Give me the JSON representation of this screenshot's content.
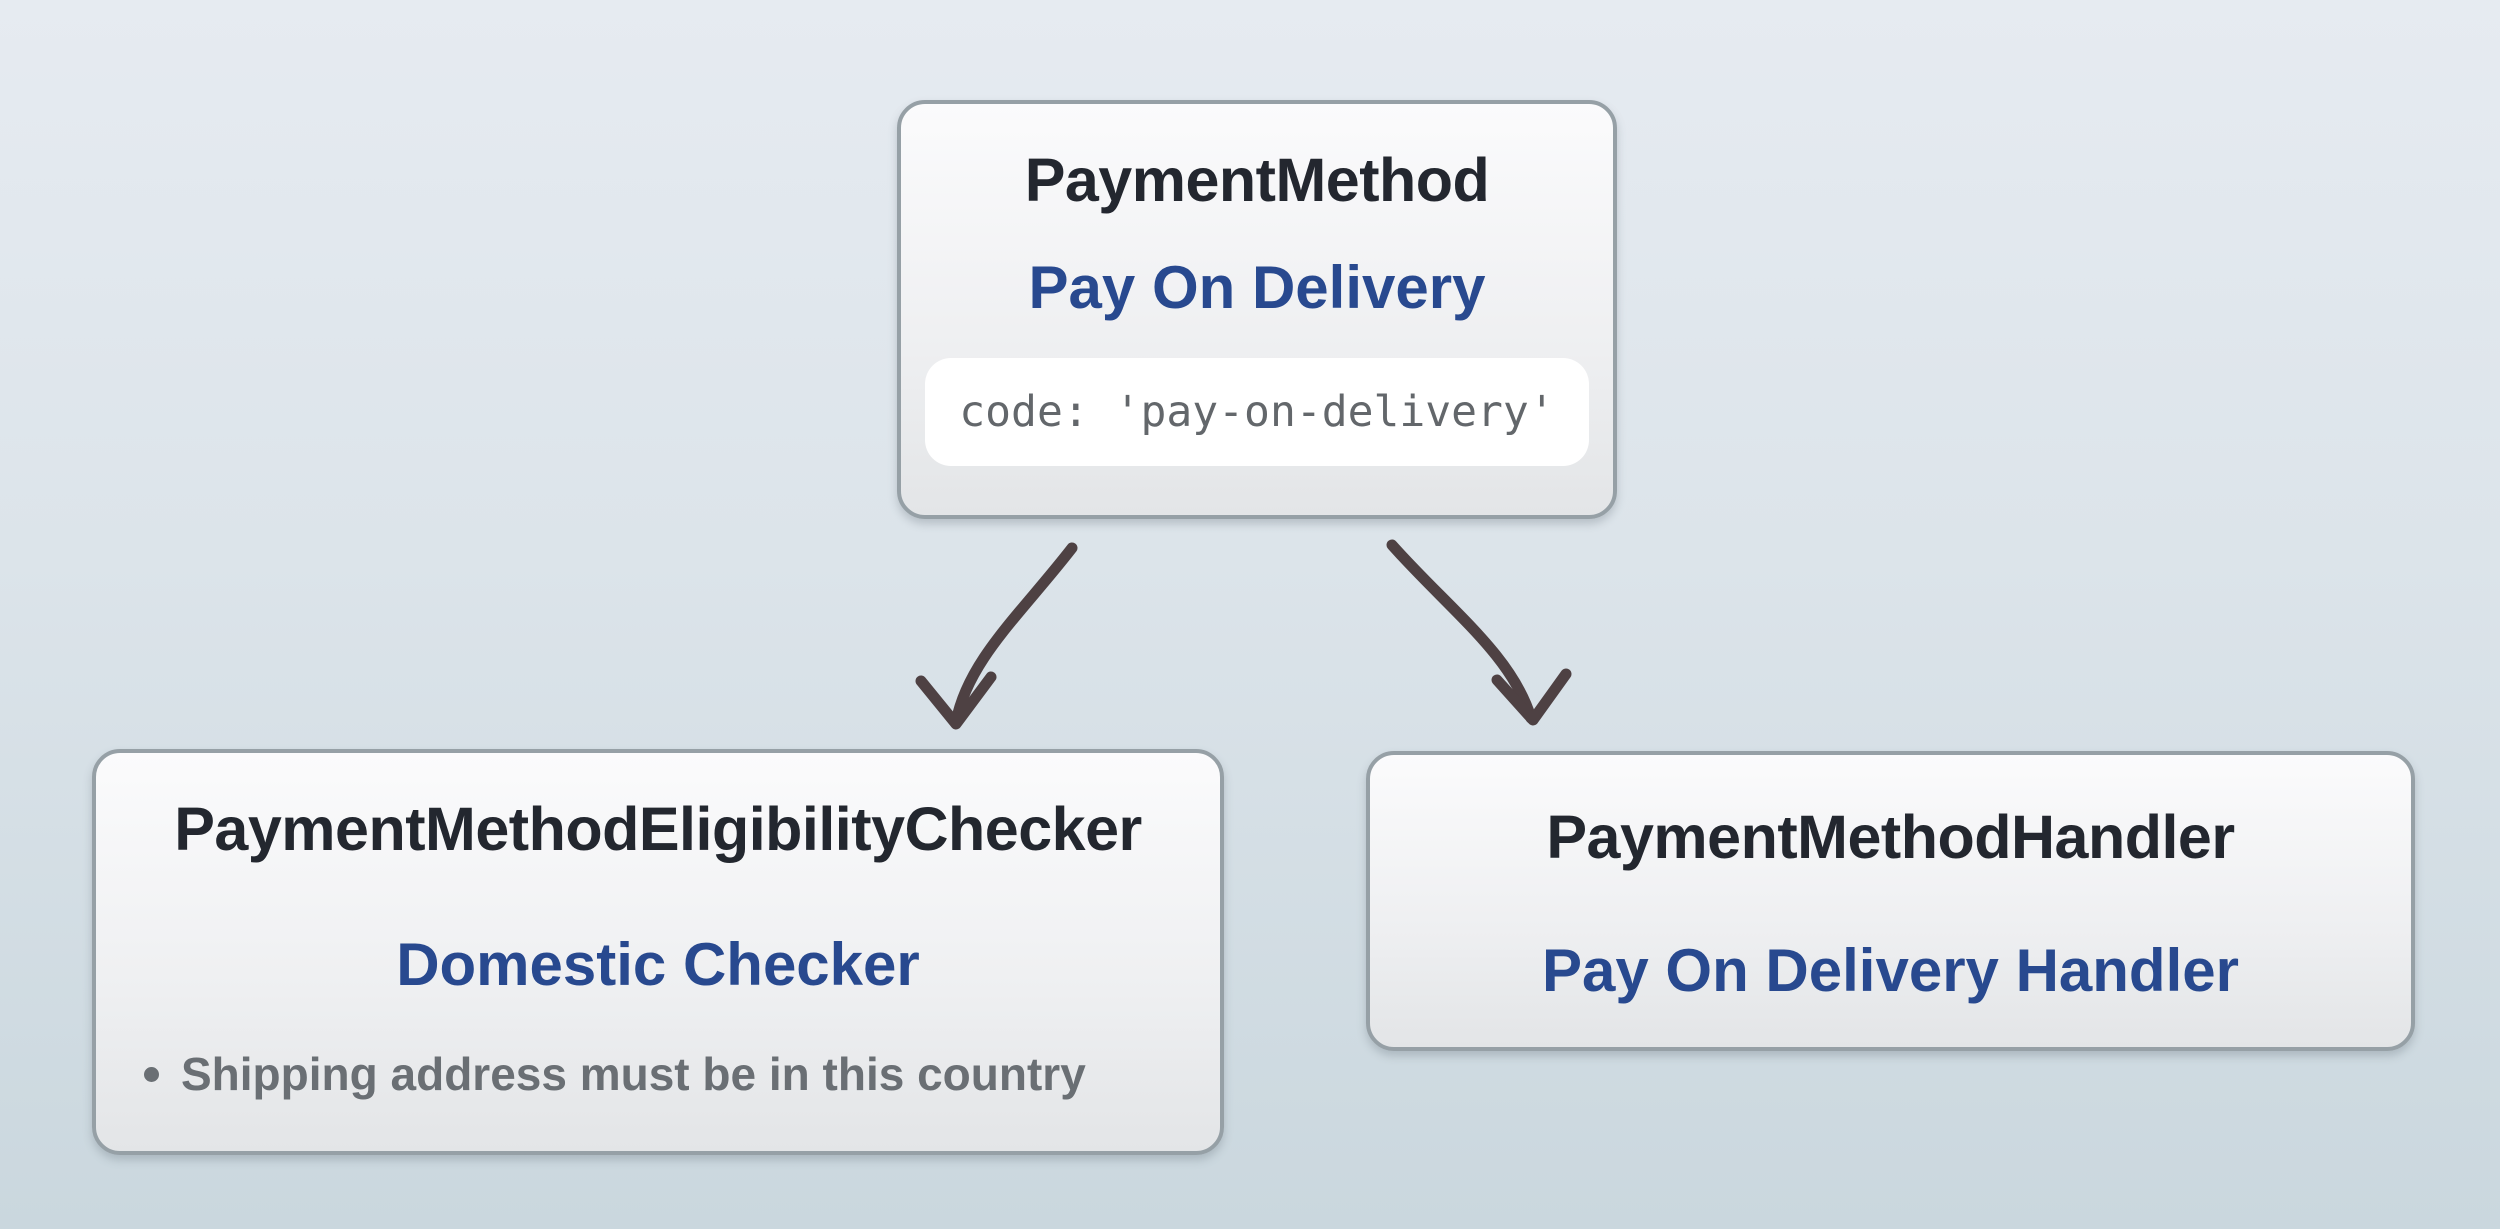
{
  "diagram": {
    "nodes": {
      "payment_method": {
        "title": "PaymentMethod",
        "subtitle": "Pay On Delivery",
        "code": "code: 'pay-on-delivery'"
      },
      "eligibility_checker": {
        "title": "PaymentMethodEligibilityChecker",
        "subtitle": "Domestic Checker",
        "bullets": [
          "Shipping address must be in this country"
        ]
      },
      "handler": {
        "title": "PaymentMethodHandler",
        "subtitle": "Pay On Delivery Handler"
      }
    },
    "edges": [
      {
        "from": "payment_method",
        "to": "eligibility_checker"
      },
      {
        "from": "payment_method",
        "to": "handler"
      }
    ],
    "colors": {
      "title_color": "#23272f",
      "subtitle_color": "#28498f",
      "code_text_color": "#63676b",
      "code_pill_bg": "#ffffff",
      "bullet_text_color": "#6a6f74",
      "card_border_color": "#96a0a6",
      "card_bg_top": "#fbfbfc",
      "card_bg_bottom": "#e3e5e7",
      "arrow_color": "#4e4143",
      "bg_top": "#e6ebf1",
      "bg_bottom": "#cad7de"
    }
  }
}
